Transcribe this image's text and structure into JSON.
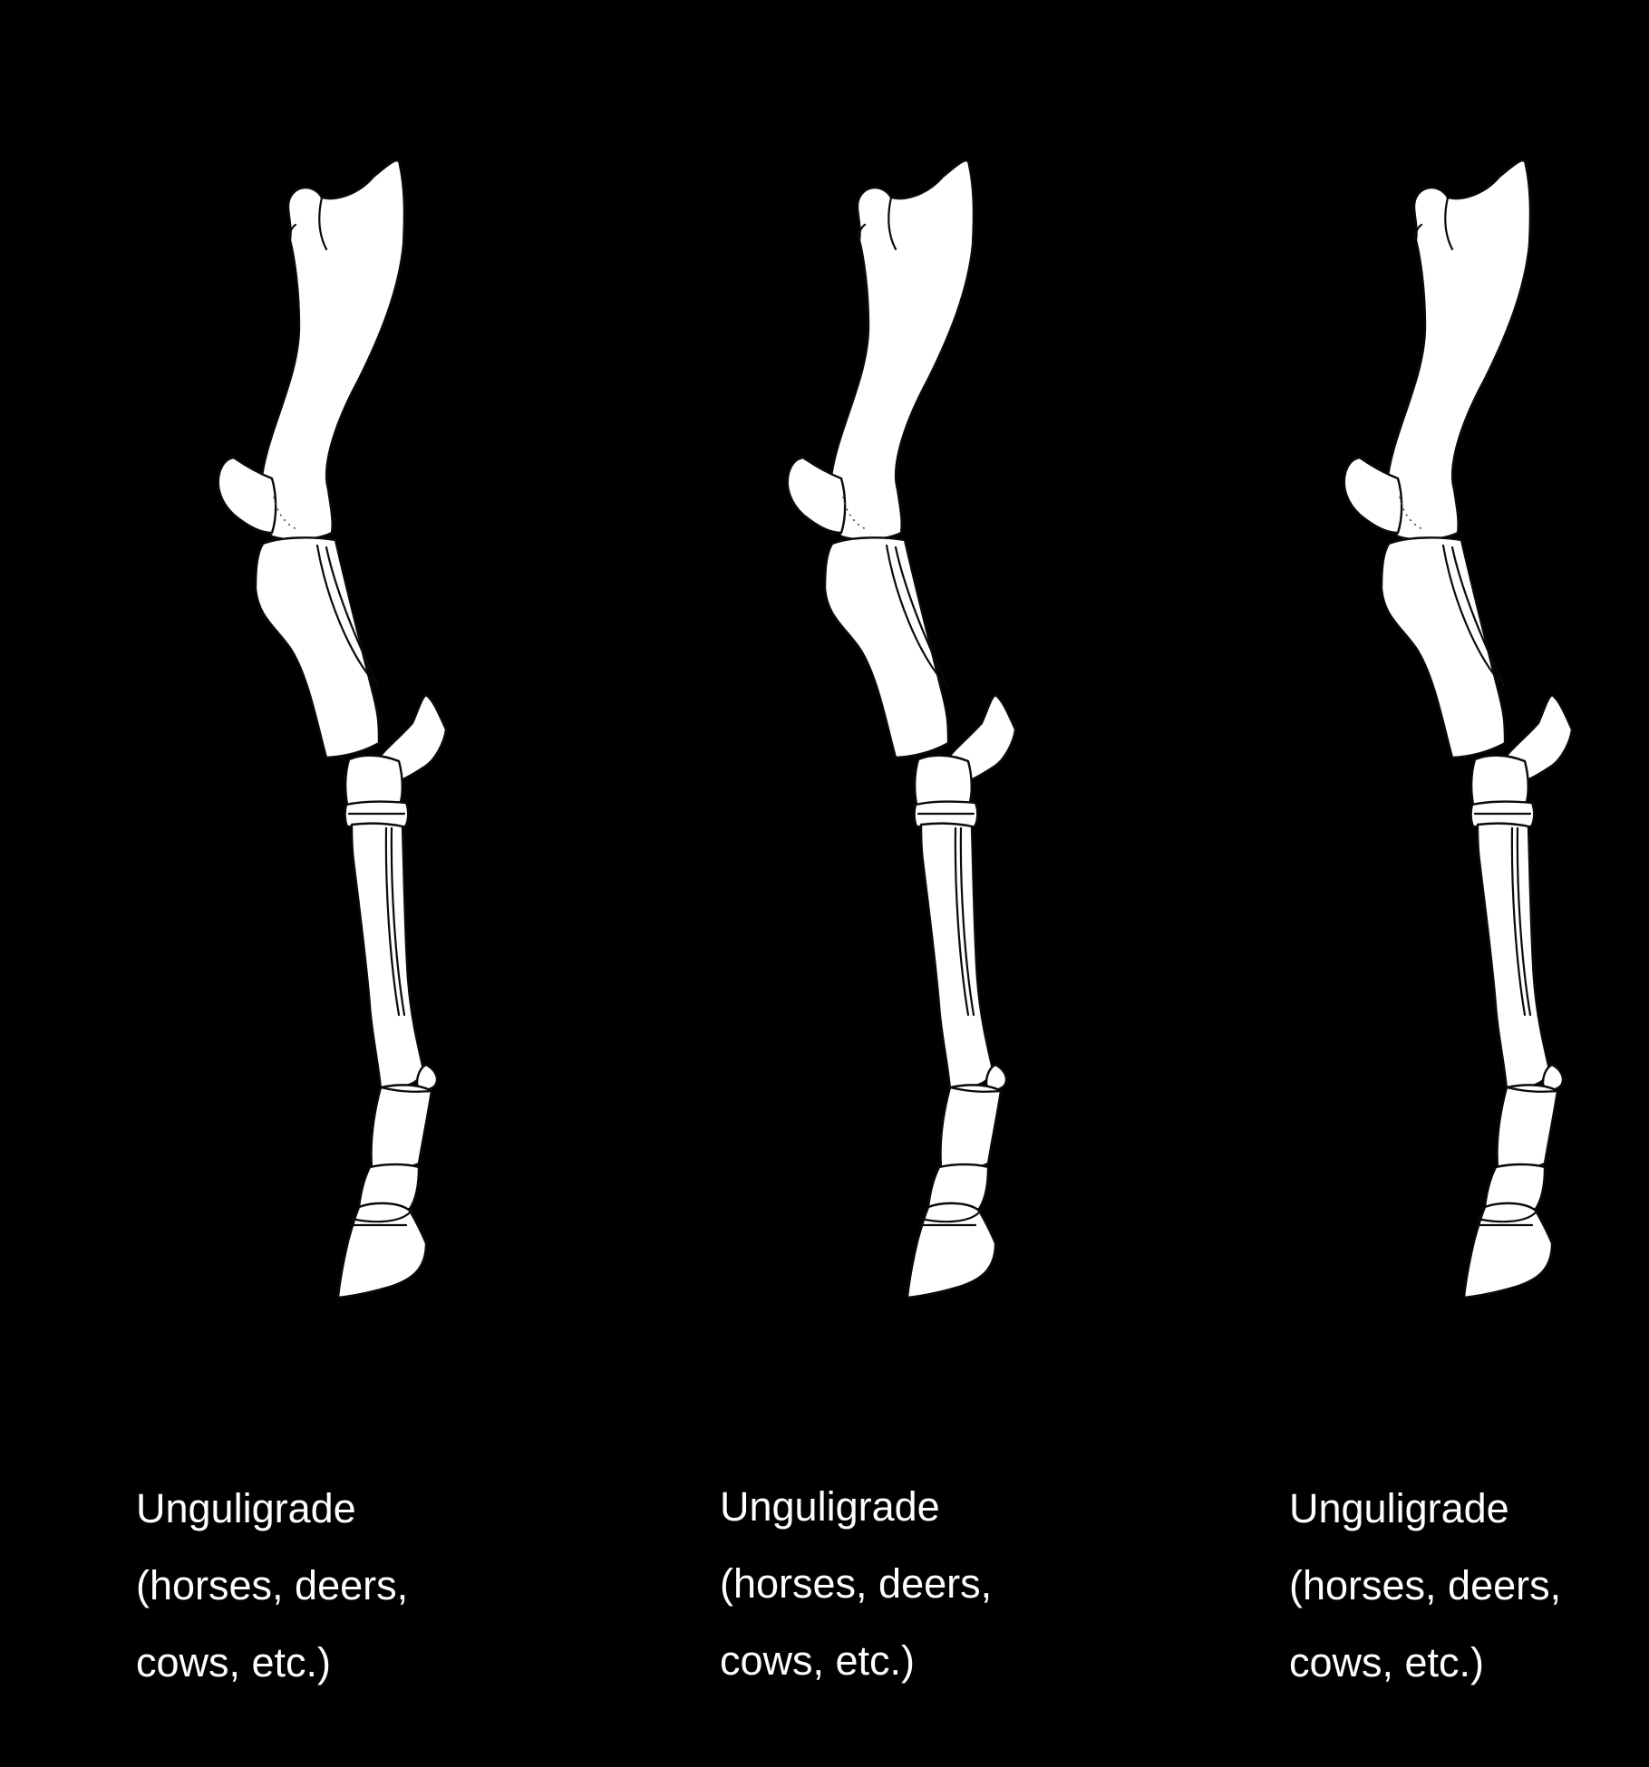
{
  "figures": [
    {
      "caption_line_1": "Unguligrade",
      "caption_line_2": "(horses, deers,",
      "caption_line_3": "cows, etc.)",
      "icon": "unguligrade-leg-skeleton"
    },
    {
      "caption_line_1": "Unguligrade",
      "caption_line_2": "(horses, deers,",
      "caption_line_3": "cows, etc.)",
      "icon": "unguligrade-leg-skeleton"
    },
    {
      "caption_line_1": "Unguligrade",
      "caption_line_2": "(horses, deers,",
      "caption_line_3": "cows, etc.)",
      "icon": "unguligrade-leg-skeleton"
    }
  ],
  "colors": {
    "background": "#000000",
    "bone": "#ffffff",
    "outline": "#0a0a0a",
    "text": "#ffffff"
  }
}
